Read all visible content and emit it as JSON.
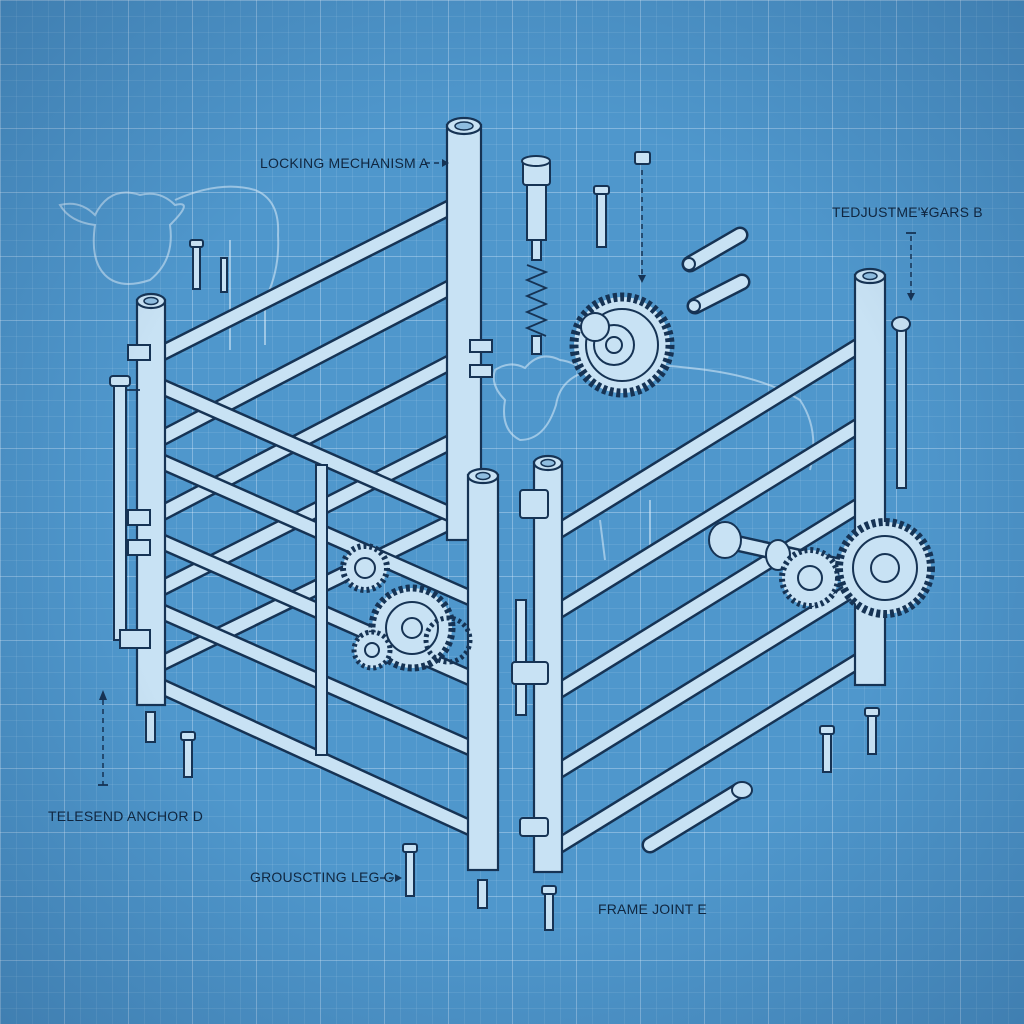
{
  "labels": {
    "locking_mechanism": "LOCKING MECHANISM A",
    "adjustment_gears": "TEDJUSTME'¥GARS B",
    "telescoping_anchor": "TELESEND ANCHOR D",
    "telescoping_leg": "GROUSCTING LEG C",
    "frame_joint": "FRAME JOINT E"
  },
  "colors": {
    "background": "#4f97cc",
    "line": "#163354",
    "tube_fill": "#c8e2f4"
  }
}
